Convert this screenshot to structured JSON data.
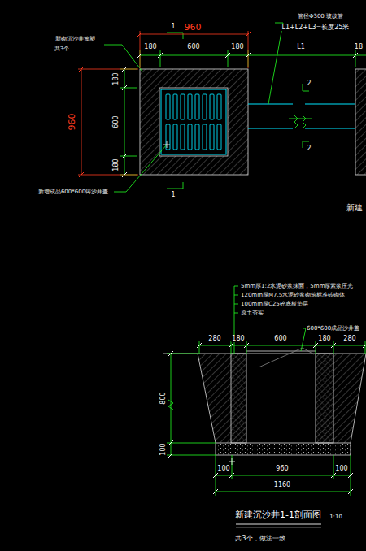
{
  "diagram": {
    "caption": "新建沉沙井1-1剖面图",
    "labels": [
      "960",
      "1",
      "180",
      "600",
      "180",
      "管径Φ300 玻纹管",
      "L1+L2+L3=长度25米",
      "L1",
      "18",
      "新砌沉沙井篦塑",
      "共3个",
      "180",
      "600",
      "180",
      "960",
      "2",
      "2",
      "1",
      "新增成品600*600铸沙井盖",
      "新建",
      "5mm厚1:2水泥砂浆抹面，5mm厚素浆压光",
      "120mm厚M7.5水泥砂浆砌筑标准砖砌体",
      "100mm厚C25砼底板垫层",
      "原土夯实",
      "600*600成品沙井盖",
      "280",
      "180",
      "600",
      "180",
      "280",
      "800",
      "100",
      "100",
      "960",
      "100",
      "1160",
      "1:10",
      "共3个，做法一致"
    ]
  }
}
